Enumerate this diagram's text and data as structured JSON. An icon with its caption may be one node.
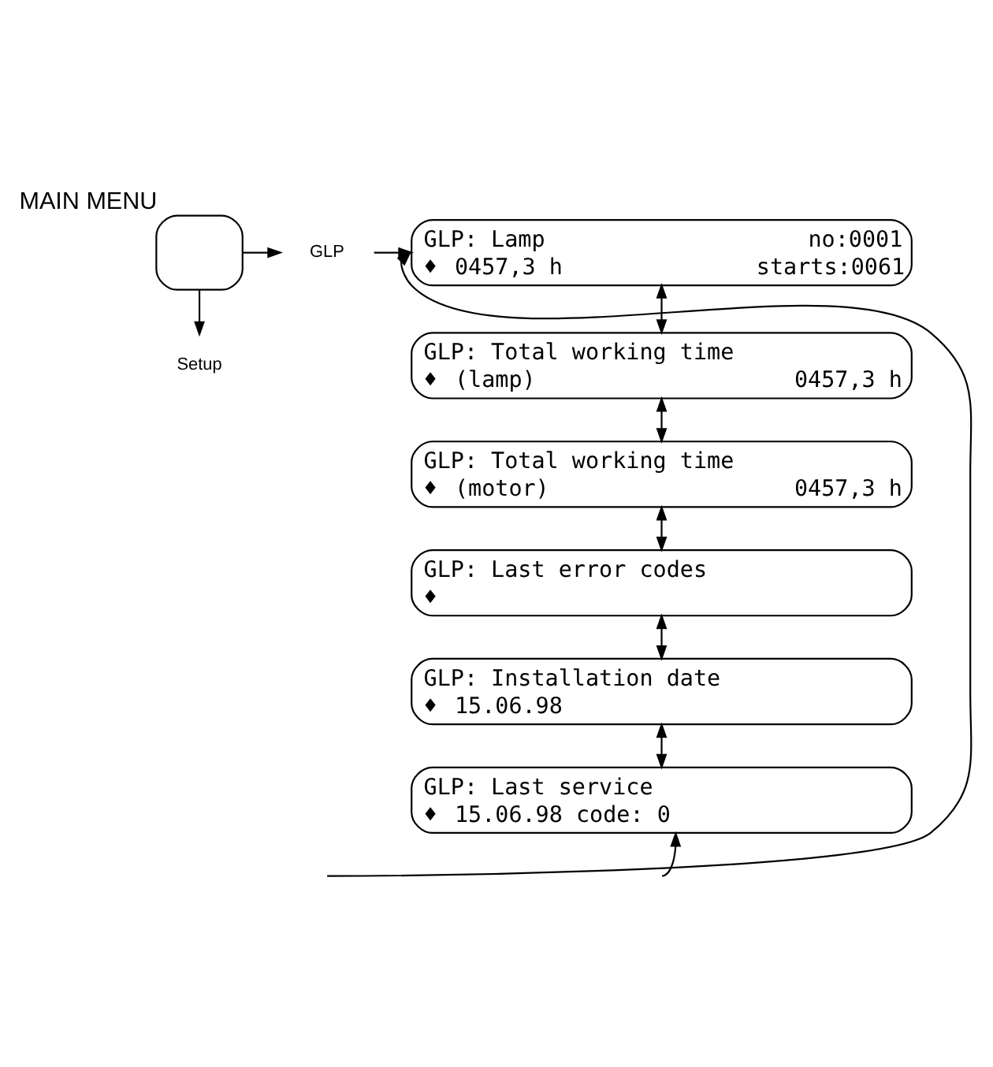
{
  "diagram": {
    "nodes": [
      {
        "text": [],
        "shape": "box",
        "beside": [
          "MAIN MENU"
        ]
      },
      {
        "text": [
          "Setup"
        ]
      },
      {
        "text": [
          "GLP"
        ]
      },
      {
        "text": [
          "GLP: Lamp",
          "no:0001",
          "♦",
          "0457,3 h",
          "starts:0061"
        ]
      },
      {
        "text": [
          "GLP: Total working time",
          "♦",
          "(lamp)",
          "0457,3 h"
        ]
      },
      {
        "text": [
          "GLP: Total working time",
          "♦",
          "(motor)",
          "0457,3 h"
        ]
      },
      {
        "text": [
          "GLP: Last error codes",
          "♦"
        ]
      },
      {
        "text": [
          "GLP: Installation date",
          "♦",
          "15.06.98"
        ]
      },
      {
        "text": [
          "GLP: Last service",
          "♦",
          "15.06.98 code: 0"
        ]
      }
    ],
    "edges": [
      {
        "from": 0,
        "to": 1,
        "arrow": "to"
      },
      {
        "from": 0,
        "to": 2,
        "arrow": "to"
      },
      {
        "from": 2,
        "to": 3,
        "arrow": "to"
      },
      {
        "from": 3,
        "to": 4,
        "arrow": "both"
      },
      {
        "from": 4,
        "to": 5,
        "arrow": "both"
      },
      {
        "from": 5,
        "to": 6,
        "arrow": "both"
      },
      {
        "from": 6,
        "to": 7,
        "arrow": "both"
      },
      {
        "from": 7,
        "to": 8,
        "arrow": "both"
      },
      {
        "from": null,
        "to": 8,
        "arrow": "to"
      },
      {
        "from": null,
        "to": 3,
        "arrow": "to"
      }
    ]
  }
}
